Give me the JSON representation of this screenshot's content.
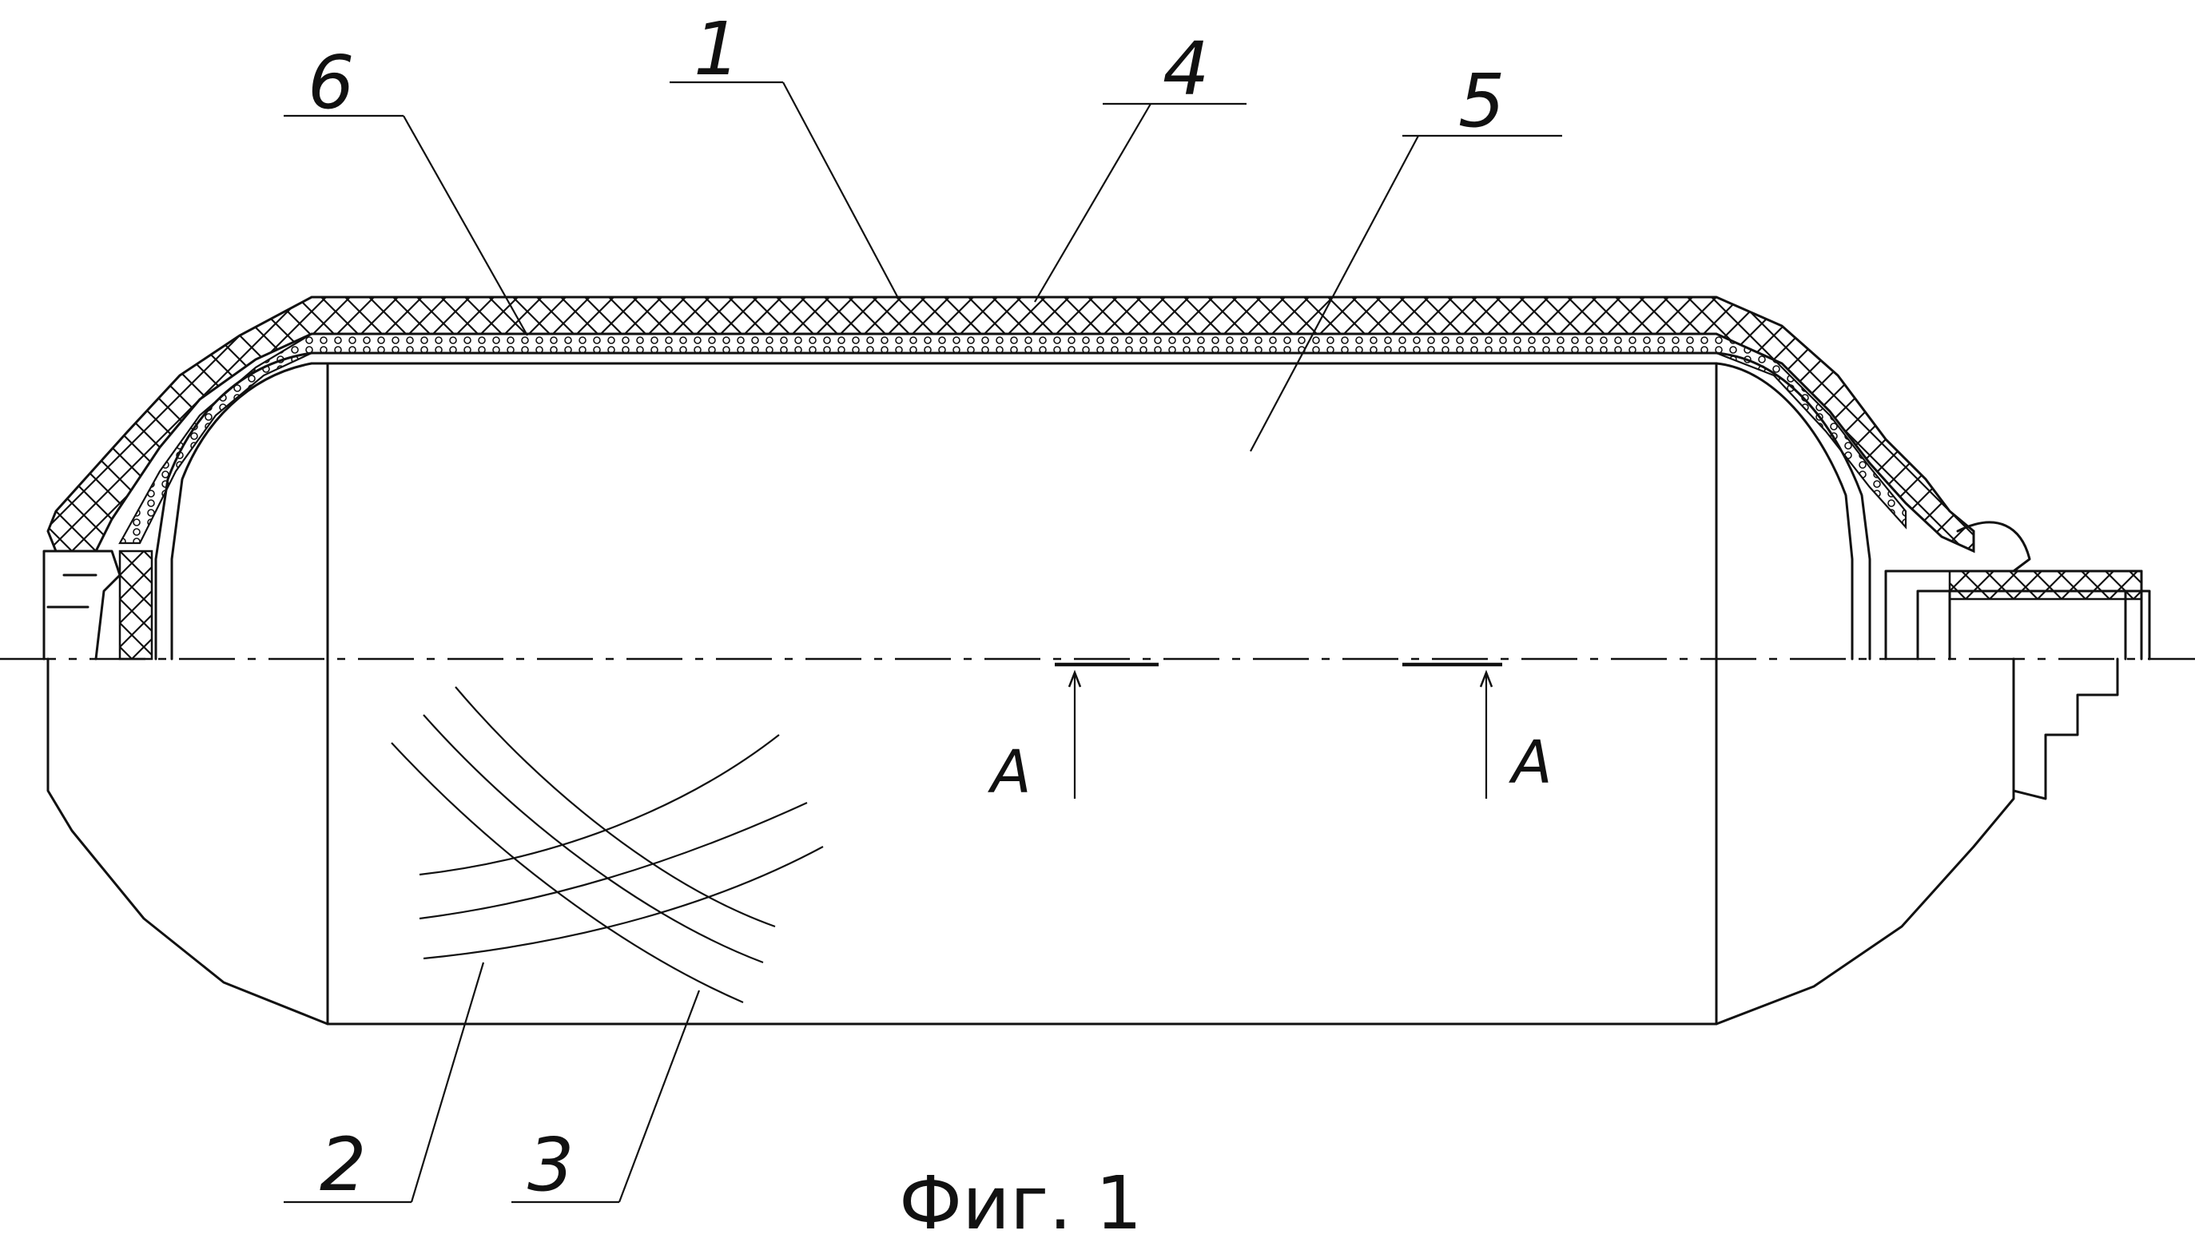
{
  "figure": {
    "caption": "Фиг. 1",
    "callouts": {
      "c1": "1",
      "c2": "2",
      "c3": "3",
      "c4": "4",
      "c5": "5",
      "c6": "6"
    },
    "section_marks": {
      "left": "A",
      "right": "A"
    }
  }
}
